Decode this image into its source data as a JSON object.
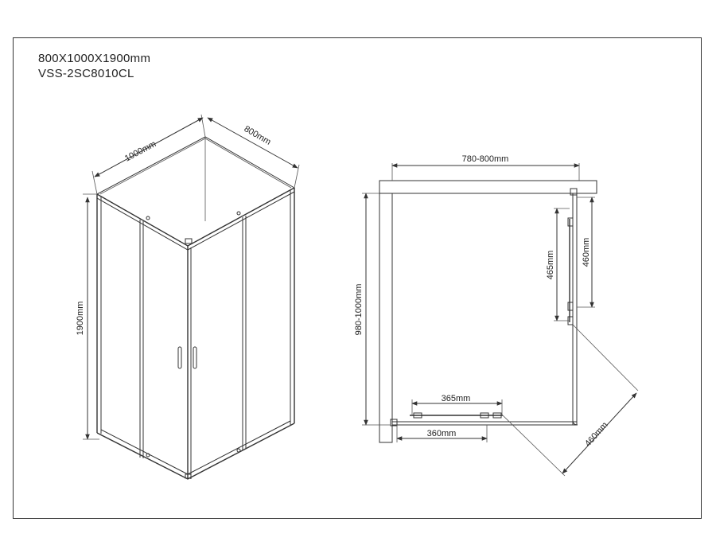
{
  "header": {
    "dimensions": "800X1000X1900mm",
    "model": "VSS-2SC8010CL"
  },
  "iso_view": {
    "width_label": "1000mm",
    "depth_label": "800mm",
    "height_label": "1900mm"
  },
  "plan_view": {
    "top_width_label": "780-800mm",
    "left_depth_label": "980-1000mm",
    "right_door_opening_label": "465mm",
    "right_panel_label": "460mm",
    "bottom_door_opening_label": "365mm",
    "bottom_panel_label": "360mm",
    "diagonal_label": "460mm"
  }
}
